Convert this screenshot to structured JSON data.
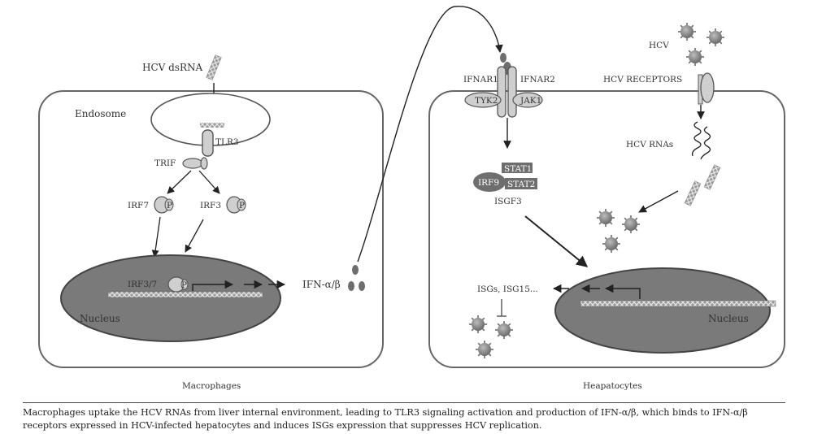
{
  "labels": {
    "hcv_dsrna": "HCV dsRNA",
    "endosome": "Endosome",
    "tlr3": "TLR3",
    "trif": "TRIF",
    "irf7": "IRF7",
    "irf3": "IRF3",
    "p": "P",
    "irf3_7": "IRF3/7",
    "nucleus_left": "Nucleus",
    "ifn_ab": "IFN-α/β",
    "macrophages": "Macrophages",
    "ifnar1": "IFNAR1",
    "ifnar2": "IFNAR2",
    "tyk2": "TYK2",
    "jak1": "JAK1",
    "stat1": "STAT1",
    "stat2": "STAT2",
    "irf9": "IRF9",
    "isgf3": "ISGF3",
    "hcv": "HCV",
    "hcv_receptors": "HCV RECEPTORS",
    "hcv_rnas": "HCV RNAs",
    "isgs": "ISGs, ISG15...",
    "nucleus_right": "Nucleus",
    "hepatocytes": "Heapatocytes"
  },
  "caption": "Macrophages uptake the HCV RNAs from liver internal environment, leading to TLR3 signaling activation and production of IFN-α/β, which binds to IFN-α/β receptors expressed in HCV-infected hepatocytes and induces ISGs expression that suppresses HCV replication.",
  "colors": {
    "stroke": "#555555",
    "fill_light": "#cfcfcf",
    "fill_nucleus": "#7a7a7a",
    "fill_dark": "#6e6e6e",
    "text": "#333333"
  }
}
